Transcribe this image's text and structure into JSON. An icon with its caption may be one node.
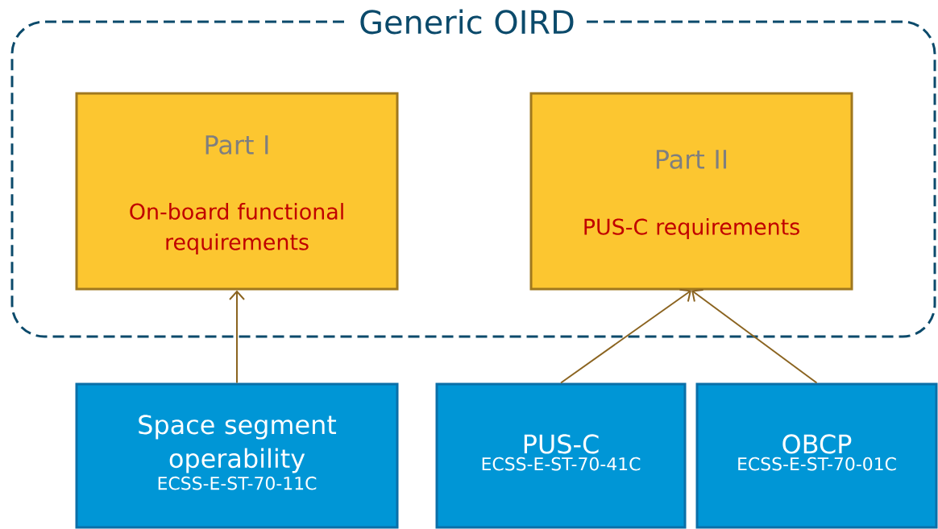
{
  "diagram": {
    "nodes": [
      {
        "text": [
          "Generic OIRD"
        ]
      },
      {
        "text": [
          "Part I",
          "On-board functional requirements"
        ],
        "in": 0
      },
      {
        "text": [
          "Part II",
          "PUS-C requirements"
        ],
        "in": 0
      },
      {
        "text": [
          "Space segment operability",
          "ECSS-E-ST-70-11C"
        ]
      },
      {
        "text": [
          "PUS-C",
          "ECSS-E-ST-70-41C"
        ]
      },
      {
        "text": [
          "OBCP",
          "ECSS-E-ST-70-01C"
        ]
      }
    ],
    "edges": [
      {
        "from": 3,
        "to": 1,
        "arrow": "to"
      },
      {
        "from": 4,
        "to": 2,
        "arrow": "to"
      },
      {
        "from": 5,
        "to": 2,
        "arrow": "to"
      }
    ]
  }
}
